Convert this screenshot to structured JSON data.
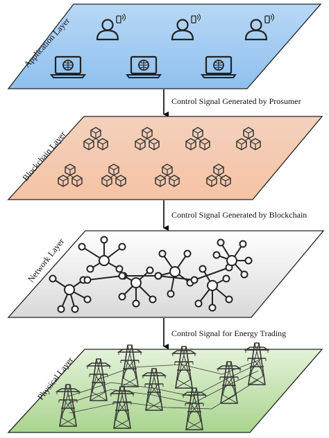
{
  "layers": [
    {
      "label": "Application Layer",
      "fill_top": "#b9d8f6",
      "fill_bottom": "#8ec0ee",
      "icon": "user-laptop-icon"
    },
    {
      "label": "Blockchain Layer",
      "fill_top": "#f3d1bd",
      "fill_bottom": "#f6c3a4",
      "icon": "block-cluster-icon"
    },
    {
      "label": "Network Layer",
      "fill_top": "#ffffff",
      "fill_bottom": "#d9d9d9",
      "icon": "network-node-icon"
    },
    {
      "label": "Physical Layer",
      "fill_top": "#e4f2da",
      "fill_bottom": "#a9d48e",
      "icon": "transmission-tower-icon"
    }
  ],
  "arrows": [
    {
      "label": "Control Signal Generated by Prosumer"
    },
    {
      "label": "Control Signal Generated by Blockchain"
    },
    {
      "label": "Control Signal for Energy Trading"
    }
  ],
  "colors": {
    "stroke": "#222222",
    "arrow": "#000000"
  }
}
